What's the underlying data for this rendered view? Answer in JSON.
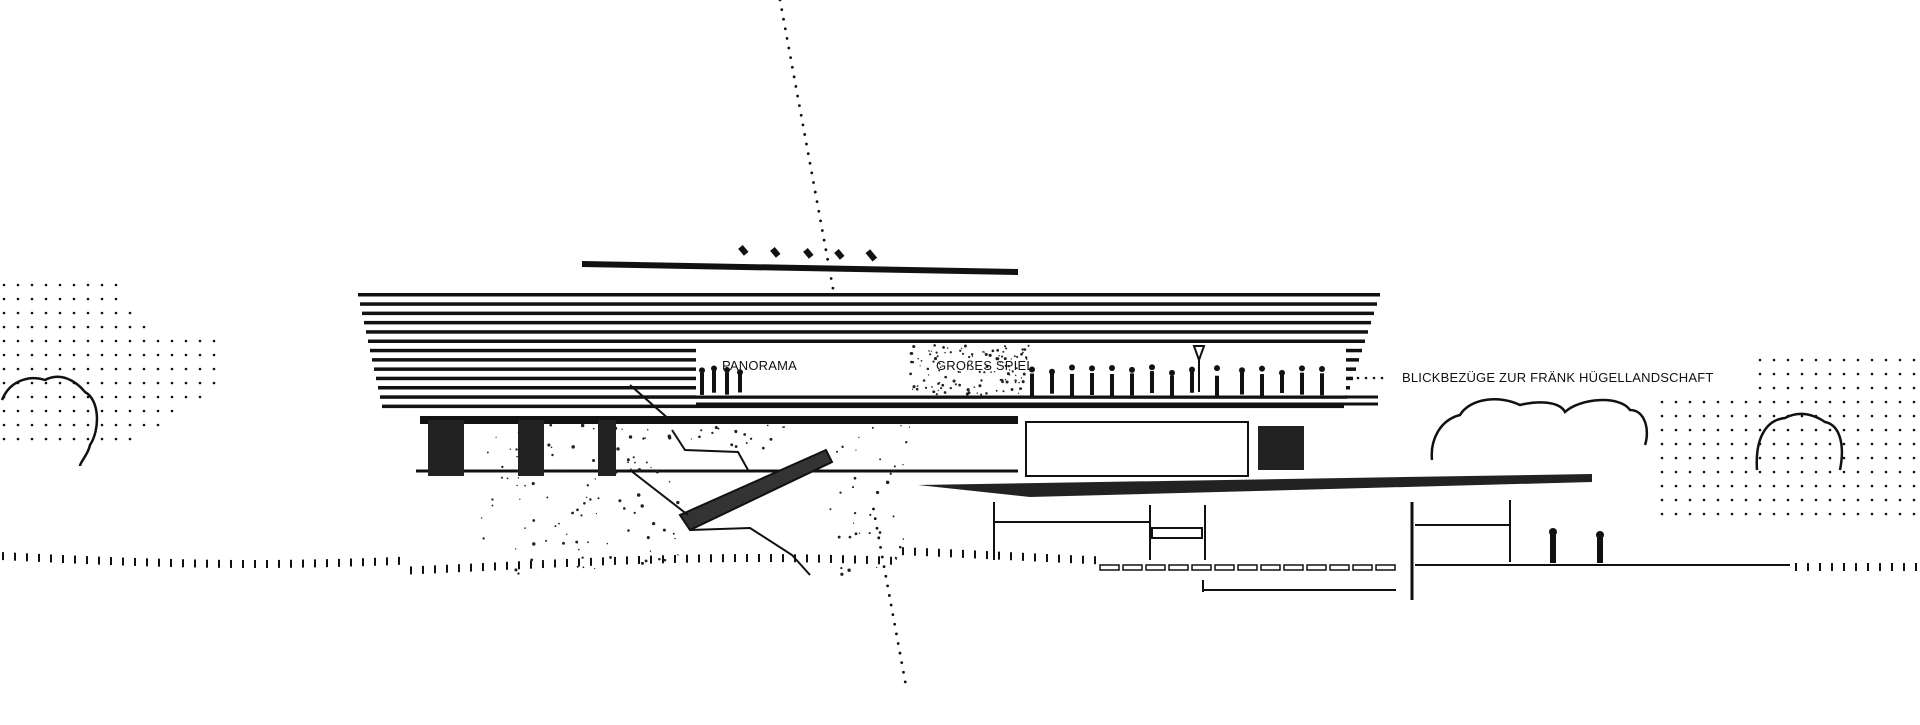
{
  "drawing": {
    "type": "architectural-section",
    "labels": {
      "panorama": "PANORAMA",
      "grosses_spiel": "GROßES SPIEL",
      "blickbezuege": "BLICKBEZÜGE ZUR FRÄNK  HÜGELLANDSCHAFT"
    },
    "colors": {
      "ink": "#111111",
      "paper": "#ffffff"
    }
  }
}
